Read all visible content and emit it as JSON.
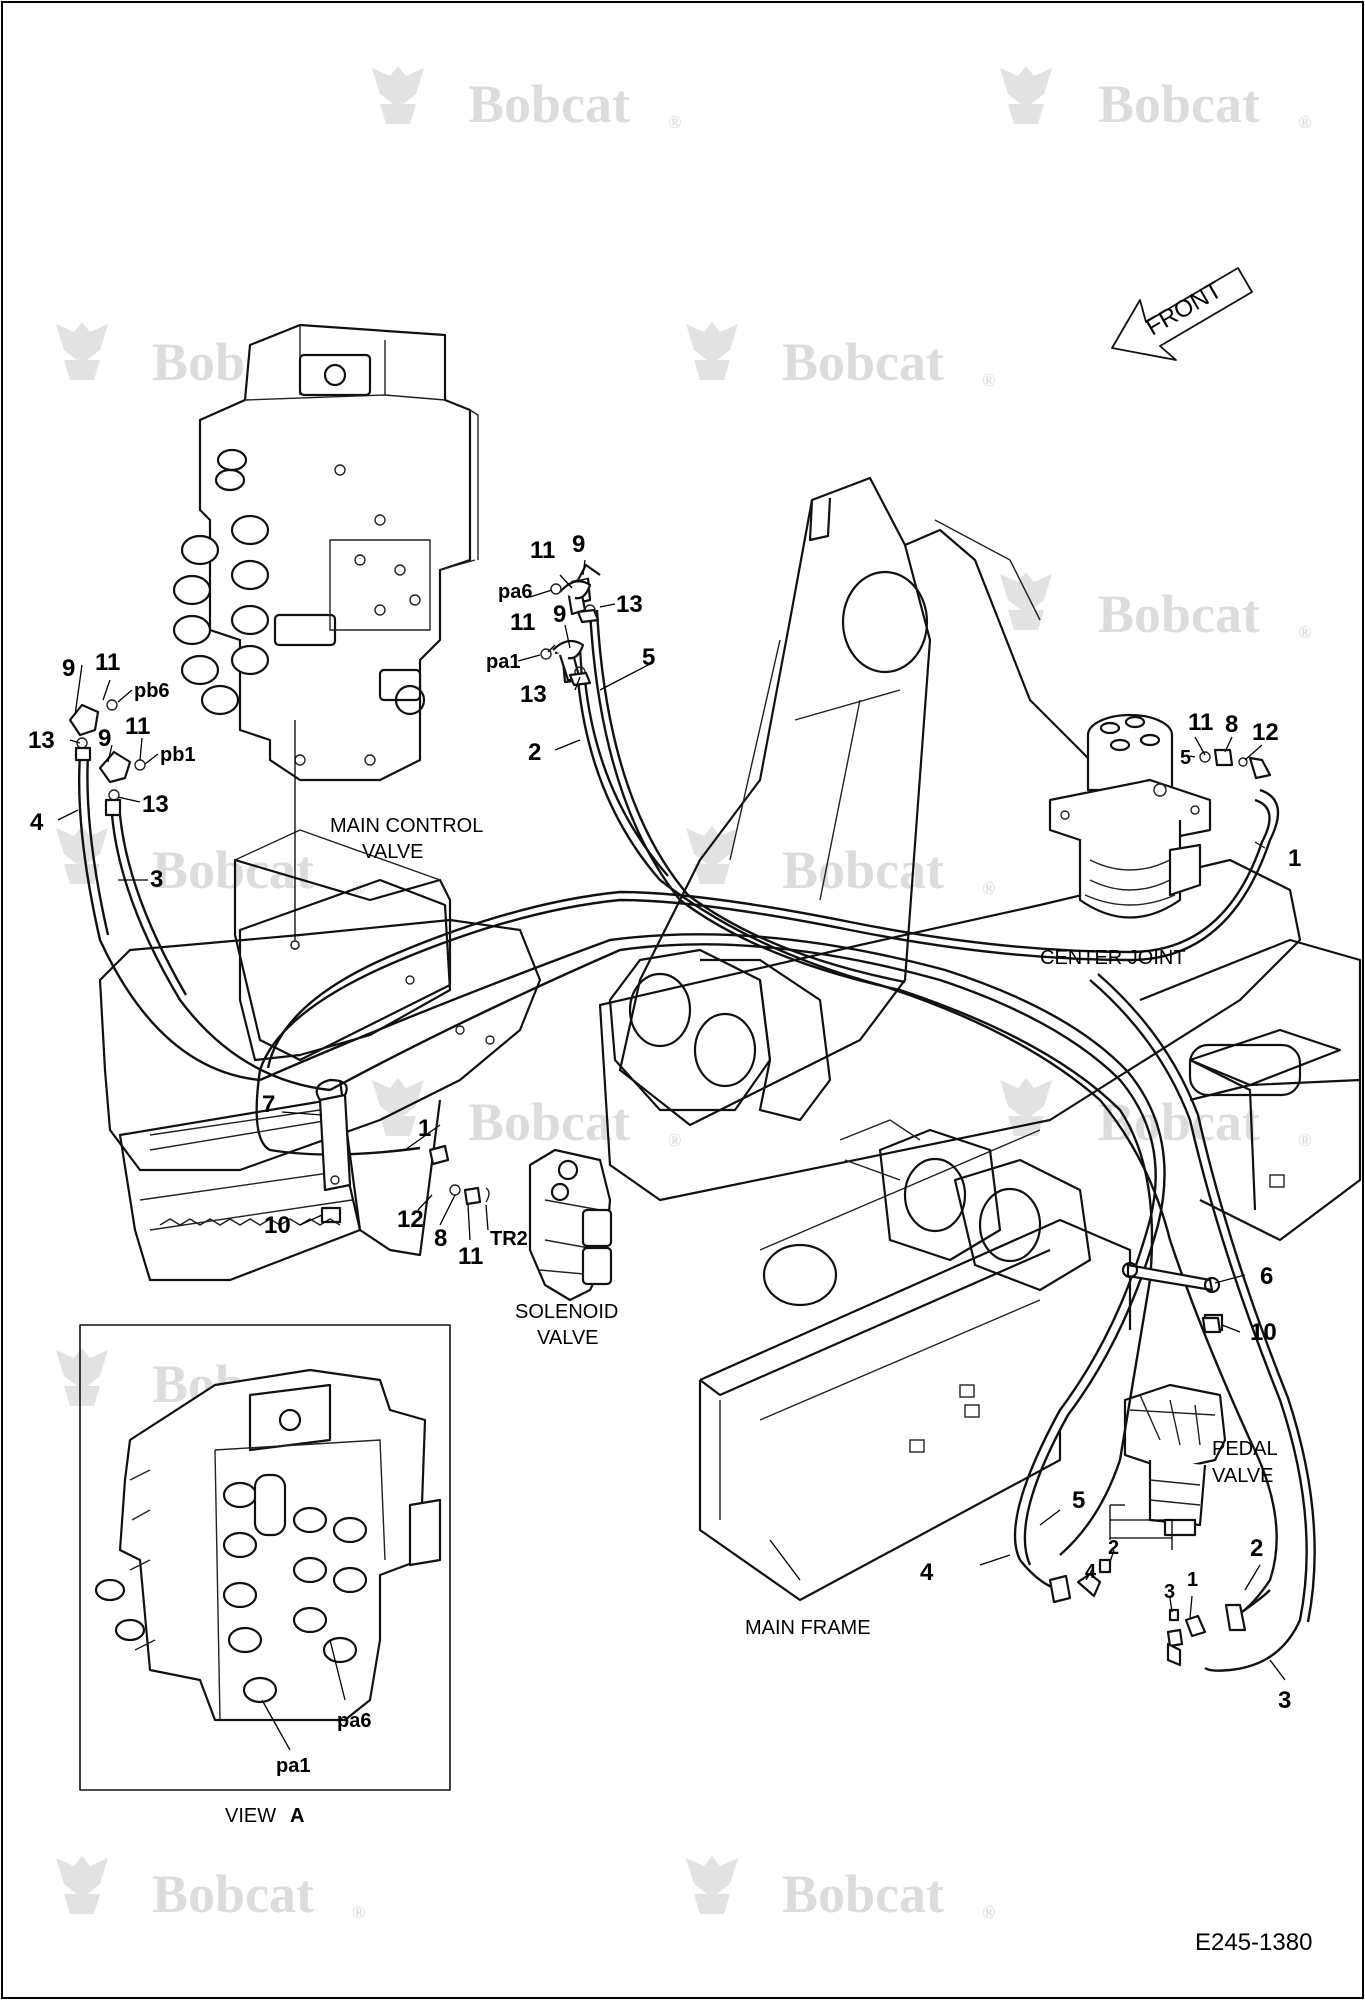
{
  "watermark": {
    "brand": "Bobcat",
    "mark": "®"
  },
  "front_arrow": {
    "label": "FRONT"
  },
  "captions": {
    "main_control_valve_1": "MAIN CONTROL",
    "main_control_valve_2": "VALVE",
    "center_joint": "CENTER JOINT",
    "solenoid_valve_1": "SOLENOID",
    "solenoid_valve_2": "VALVE",
    "pedal_valve_1": "PEDAL",
    "pedal_valve_2": "VALVE",
    "main_frame": "MAIN FRAME",
    "view_a_prefix": "VIEW",
    "view_a_letter": "A"
  },
  "ports": {
    "pa6": "pa6",
    "pa1": "pa1",
    "pb6": "pb6",
    "pb1": "pb1",
    "tr2": "TR2",
    "view_pa6": "pa6",
    "view_pa1": "pa1"
  },
  "callouts": {
    "mcv_top_11": "11",
    "mcv_top_9": "9",
    "mcv_top_13": "13",
    "mcv_mid_11": "11",
    "mcv_mid_9": "9",
    "mcv_mid_13": "13",
    "hose_5_top": "5",
    "hose_2_top": "2",
    "left_9a": "9",
    "left_11a": "11",
    "left_13a": "13",
    "left_9b": "9",
    "left_11b": "11",
    "left_13b": "13",
    "hose_4_left": "4",
    "hose_3_left": "3",
    "cj_11": "11",
    "cj_8": "8",
    "cj_12": "12",
    "cj_port_5": "5",
    "hose_1_right": "1",
    "clamp_7": "7",
    "hose_1_lower": "1",
    "bolt_10_left": "10",
    "sv_12": "12",
    "sv_8": "8",
    "sv_11": "11",
    "strap_6": "6",
    "bolt_10_right": "10",
    "hose_5_lower": "5",
    "hose_4_lower": "4",
    "pv_4": "4",
    "pv_2": "2",
    "pv_3": "3",
    "pv_1": "1",
    "hose_2_lower": "2",
    "hose_3_lower": "3"
  },
  "drawing_number": "E245-1380"
}
